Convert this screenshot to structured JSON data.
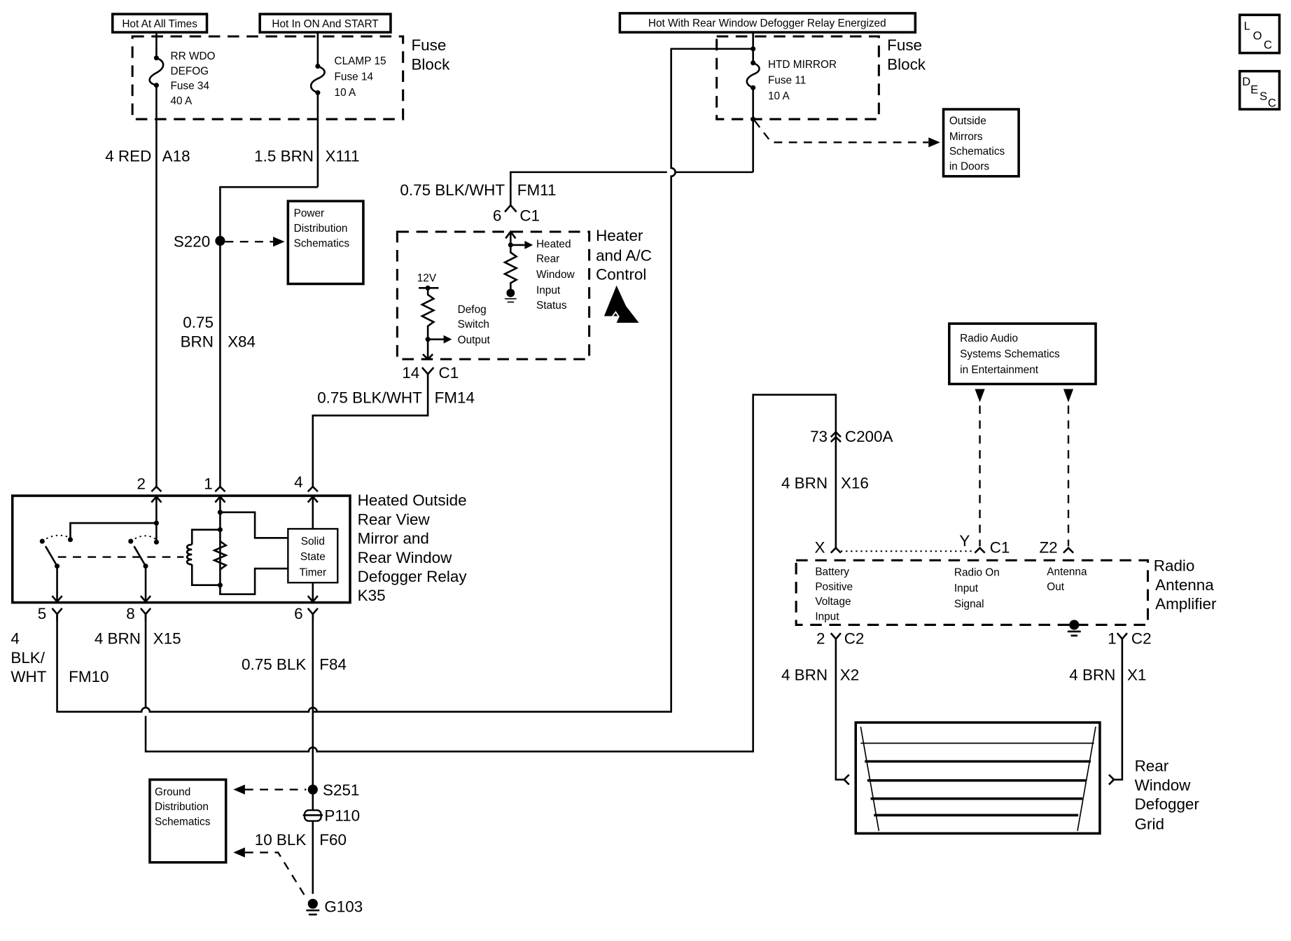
{
  "diagram": {
    "title": "Heated Outside Rear View Mirror and Rear Window Defogger Schematic",
    "nav_buttons": [
      {
        "id": "loc",
        "letters": [
          "L",
          "O",
          "C"
        ]
      },
      {
        "id": "desc",
        "letters": [
          "D",
          "E",
          "S",
          "C"
        ]
      }
    ],
    "power_labels": {
      "hot_all_times": "Hot At All Times",
      "hot_on_start": "Hot In ON And START",
      "hot_relay": "Hot With Rear Window Defogger Relay Energized"
    },
    "fuse_block_left": {
      "label": [
        "Fuse",
        "Block"
      ],
      "fuse_a": [
        "RR WDO",
        "DEFOG",
        "Fuse 34",
        "40 A"
      ],
      "fuse_b": [
        "CLAMP 15",
        "Fuse 14",
        "10 A"
      ]
    },
    "fuse_block_right": {
      "label": [
        "Fuse",
        "Block"
      ],
      "fuse": [
        "HTD MIRROR",
        "Fuse 11",
        "10 A"
      ]
    },
    "wires": {
      "a18_gauge": "4 RED",
      "a18_id": "A18",
      "x111_gauge": "1.5 BRN",
      "x111_id": "X111",
      "x84_gauge": [
        "0.75",
        "BRN"
      ],
      "x84_id": "X84",
      "fm11_gauge": "0.75 BLK/WHT",
      "fm11_id": "FM11",
      "fm14_gauge": "0.75 BLK/WHT",
      "fm14_id": "FM14",
      "fm10_gauge": [
        "4",
        "BLK/",
        "WHT"
      ],
      "fm10_id": "FM10",
      "x15_gauge": "4 BRN",
      "x15_id": "X15",
      "f84_gauge": "0.75 BLK",
      "f84_id": "F84",
      "f60_gauge": "10 BLK",
      "f60_id": "F60",
      "x16_gauge": "4 BRN",
      "x16_id": "X16",
      "x2_gauge": "4 BRN",
      "x2_id": "X2",
      "x1_gauge": "4 BRN",
      "x1_id": "X1"
    },
    "splices": {
      "s220": "S220",
      "s251": "S251",
      "p110": "P110",
      "g103": "G103"
    },
    "refs": {
      "power_dist": [
        "Power",
        "Distribution",
        "Schematics"
      ],
      "ground_dist": [
        "Ground",
        "Distribution",
        "Schematics"
      ],
      "outside_mirrors": [
        "Outside",
        "Mirrors",
        "Schematics",
        "in Doors"
      ],
      "radio_audio": [
        "Radio Audio",
        "Systems Schematics",
        "in Entertainment"
      ]
    },
    "hvac": {
      "label": [
        "Heater",
        "and A/C",
        "Control"
      ],
      "pin_6": "6",
      "pin_14": "14",
      "conn": "C1",
      "v12": "12V",
      "defog_out": [
        "Defog",
        "Switch",
        "Output"
      ],
      "input_status": [
        "Heated",
        "Rear",
        "Window",
        "Input",
        "Status"
      ]
    },
    "relay": {
      "label": [
        "Heated Outside",
        "Rear View",
        "Mirror and",
        "Rear Window",
        "Defogger Relay",
        "K35"
      ],
      "timer": [
        "Solid",
        "State",
        "Timer"
      ],
      "pins_top": [
        "2",
        "1",
        "4"
      ],
      "pins_bottom": [
        "5",
        "8",
        "6"
      ]
    },
    "amplifier": {
      "label": [
        "Radio",
        "Antenna",
        "Amplifier"
      ],
      "c200a_pin": "73",
      "c200a": "C200A",
      "pin_x": "X",
      "pin_y": "Y",
      "pin_z2": "Z2",
      "conn_c1": "C1",
      "pin_2": "2",
      "pin_1": "1",
      "conn_c2": "C2",
      "battery": [
        "Battery",
        "Positive",
        "Voltage",
        "Input"
      ],
      "radio_on": [
        "Radio On",
        "Input",
        "Signal"
      ],
      "antenna_out": [
        "Antenna",
        "Out"
      ]
    },
    "grid": {
      "label": [
        "Rear",
        "Window",
        "Defogger",
        "Grid"
      ]
    }
  }
}
